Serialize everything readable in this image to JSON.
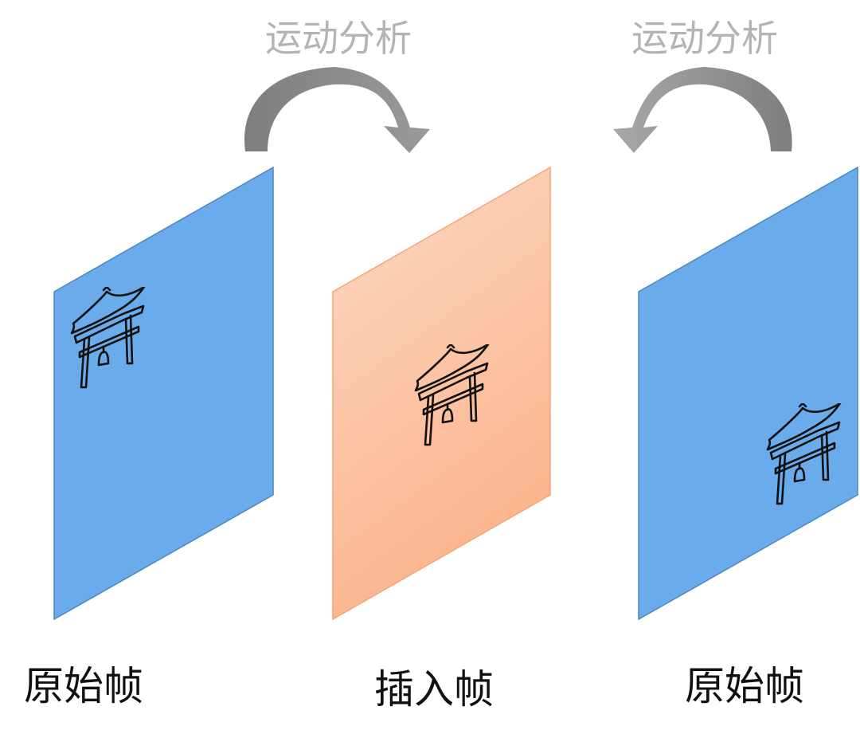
{
  "diagram": {
    "arrows": [
      {
        "label": "运动分析",
        "direction": "right"
      },
      {
        "label": "运动分析",
        "direction": "left"
      }
    ],
    "frames": [
      {
        "label": "原始帧",
        "kind": "original",
        "icon": "torii-gate-icon"
      },
      {
        "label": "插入帧",
        "kind": "interpolated",
        "icon": "torii-gate-icon"
      },
      {
        "label": "原始帧",
        "kind": "original",
        "icon": "torii-gate-icon"
      }
    ]
  },
  "colors": {
    "original_frame": "#6aaceb",
    "interpolated_frame_top": "#fdd8c2",
    "interpolated_frame_bottom": "#fbb48c",
    "arrow": "#8c8c8c",
    "arrow_label": "#b4b4b4",
    "frame_label": "#111111"
  }
}
